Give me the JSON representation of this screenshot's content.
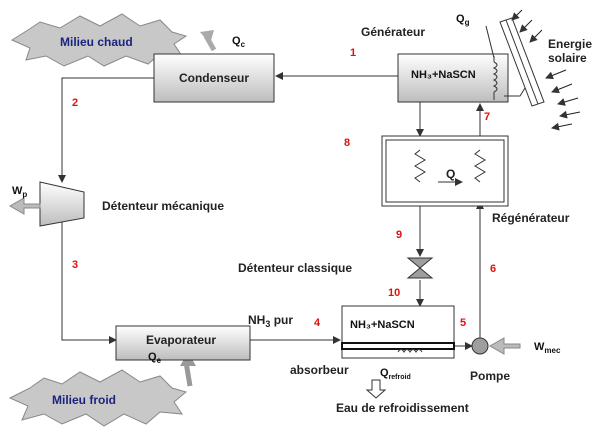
{
  "numbers": {
    "n1": "1",
    "n2": "2",
    "n3": "3",
    "n4": "4",
    "n5": "5",
    "n6": "6",
    "n7": "7",
    "n8": "8",
    "n9": "9",
    "n10": "10"
  },
  "components": {
    "condenseur": "Condenseur",
    "evaporateur": "Evaporateur",
    "generateur_title": "Générateur",
    "generateur_content": "NH₃+NaSCN",
    "absorbeur_content": "NH₃+NaSCN",
    "absorbeur_title": "absorbeur",
    "regenerateur": "Régénérateur",
    "pompe": "Pompe"
  },
  "labels": {
    "detenteur_mecanique": "Détenteur mécanique",
    "detenteur_classique": "Détenteur classique",
    "nh3_pur_base": "NH",
    "nh3_pur_sub": "3",
    "nh3_pur_rest": " pur",
    "energie_line1": "Energie",
    "energie_line2": "solaire",
    "eau": "Eau de refroidissement"
  },
  "clouds": {
    "chaud": "Milieu chaud",
    "froid": "Milieu froid"
  },
  "heat": {
    "qc": "Q",
    "qc_sub": "c",
    "qg": "Q",
    "qg_sub": "g",
    "qe": "Q",
    "qe_sub": "e",
    "qreg": "Q",
    "qabs": "Q",
    "qabs_sub": "refroid",
    "wp": "W",
    "wp_sub": "p",
    "wmec": "W",
    "wmec_sub": "mec"
  },
  "colors": {
    "box_top": "#ffffff",
    "box_bottom": "#bfbfbf",
    "cloud": "#c8c8c8",
    "line": "#333333",
    "number": "#e01010",
    "cloud_text": "#1a237e"
  }
}
